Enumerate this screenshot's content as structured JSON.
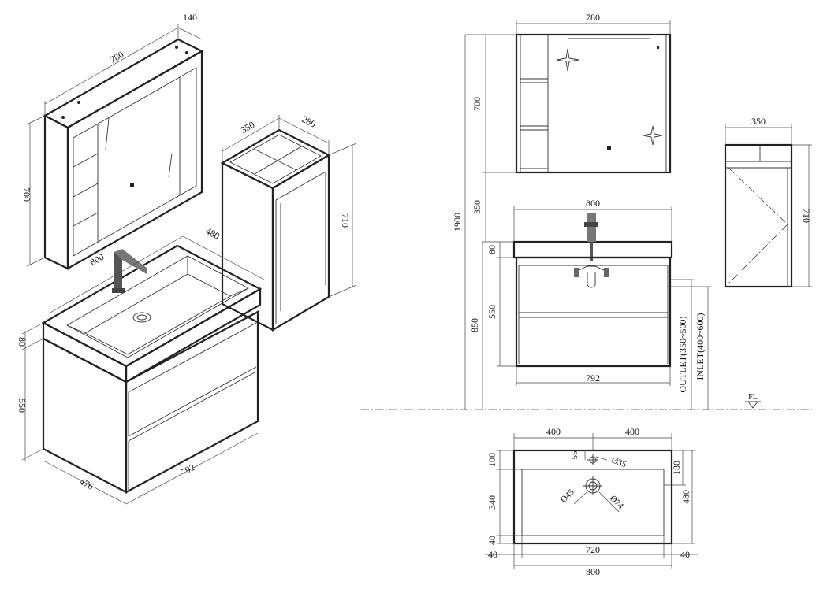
{
  "iso": {
    "mirror_width": "780",
    "mirror_depth": "140",
    "mirror_height": "700",
    "side_cab_width": "350",
    "side_cab_depth": "280",
    "side_cab_height": "710",
    "basin_width": "800",
    "basin_depth": "480",
    "basin_top": "80",
    "cabinet_height": "550",
    "cabinet_depth": "476",
    "cabinet_width": "792"
  },
  "front": {
    "mirror_width": "780",
    "mirror_height": "700",
    "gap": "350",
    "total_height": "1900",
    "basin_width": "800",
    "basin_top": "80",
    "cabinet_height": "550",
    "install_height": "850",
    "cabinet_width": "792",
    "outlet": "OUTLET(350~500)",
    "inlet": "INLET(400~600)",
    "floor_level": "FL"
  },
  "side": {
    "width": "350",
    "height": "710"
  },
  "top": {
    "left_half": "400",
    "right_half": "400",
    "tap_offset": "55",
    "tap_hole": "Ø35",
    "back_margin": "100",
    "bowl_depth": "340",
    "front_margin": "40",
    "drain_inner": "Ø45",
    "drain_outer": "Ø74",
    "right_upper": "180",
    "total_depth": "480",
    "side_margin_left": "40",
    "inner_width": "720",
    "side_margin_right": "40",
    "total_width": "800"
  }
}
